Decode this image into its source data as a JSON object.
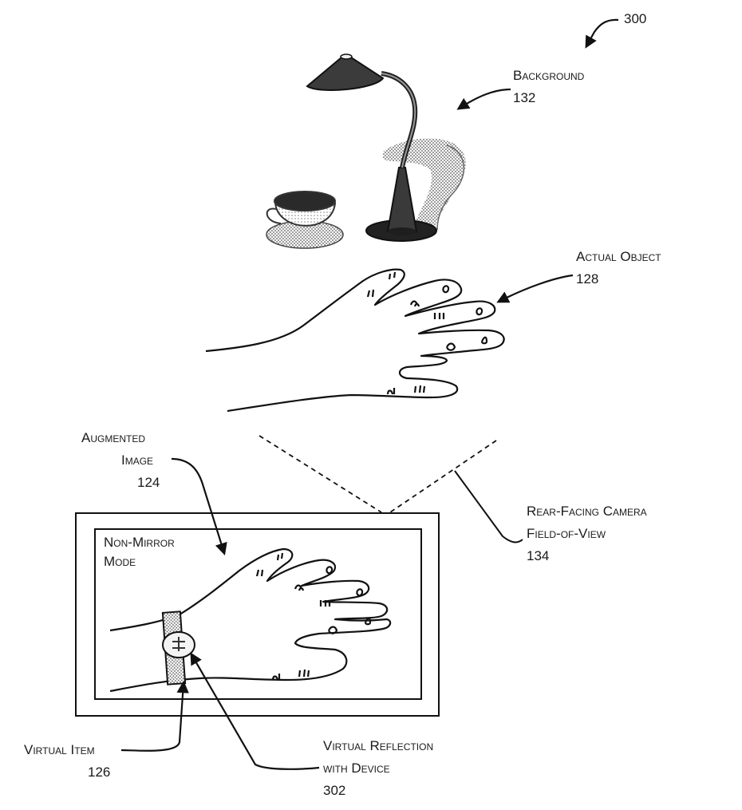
{
  "figure": {
    "ref": "300",
    "labels": {
      "background": {
        "line1": "Background",
        "num": "132"
      },
      "actual_object": {
        "line1": "Actual Object",
        "num": "128"
      },
      "augmented_image": {
        "line1": "Augmented",
        "line2": "Image",
        "num": "124"
      },
      "camera_fov": {
        "line1": "Rear-Facing Camera",
        "line2": "Field-of-View",
        "num": "134"
      },
      "mode": {
        "line1": "Non-Mirror",
        "line2": "Mode"
      },
      "virtual_item": {
        "line1": "Virtual Item",
        "num": "126"
      },
      "virtual_reflection": {
        "line1": "Virtual Reflection",
        "line2": "with Device",
        "num": "302"
      }
    }
  }
}
